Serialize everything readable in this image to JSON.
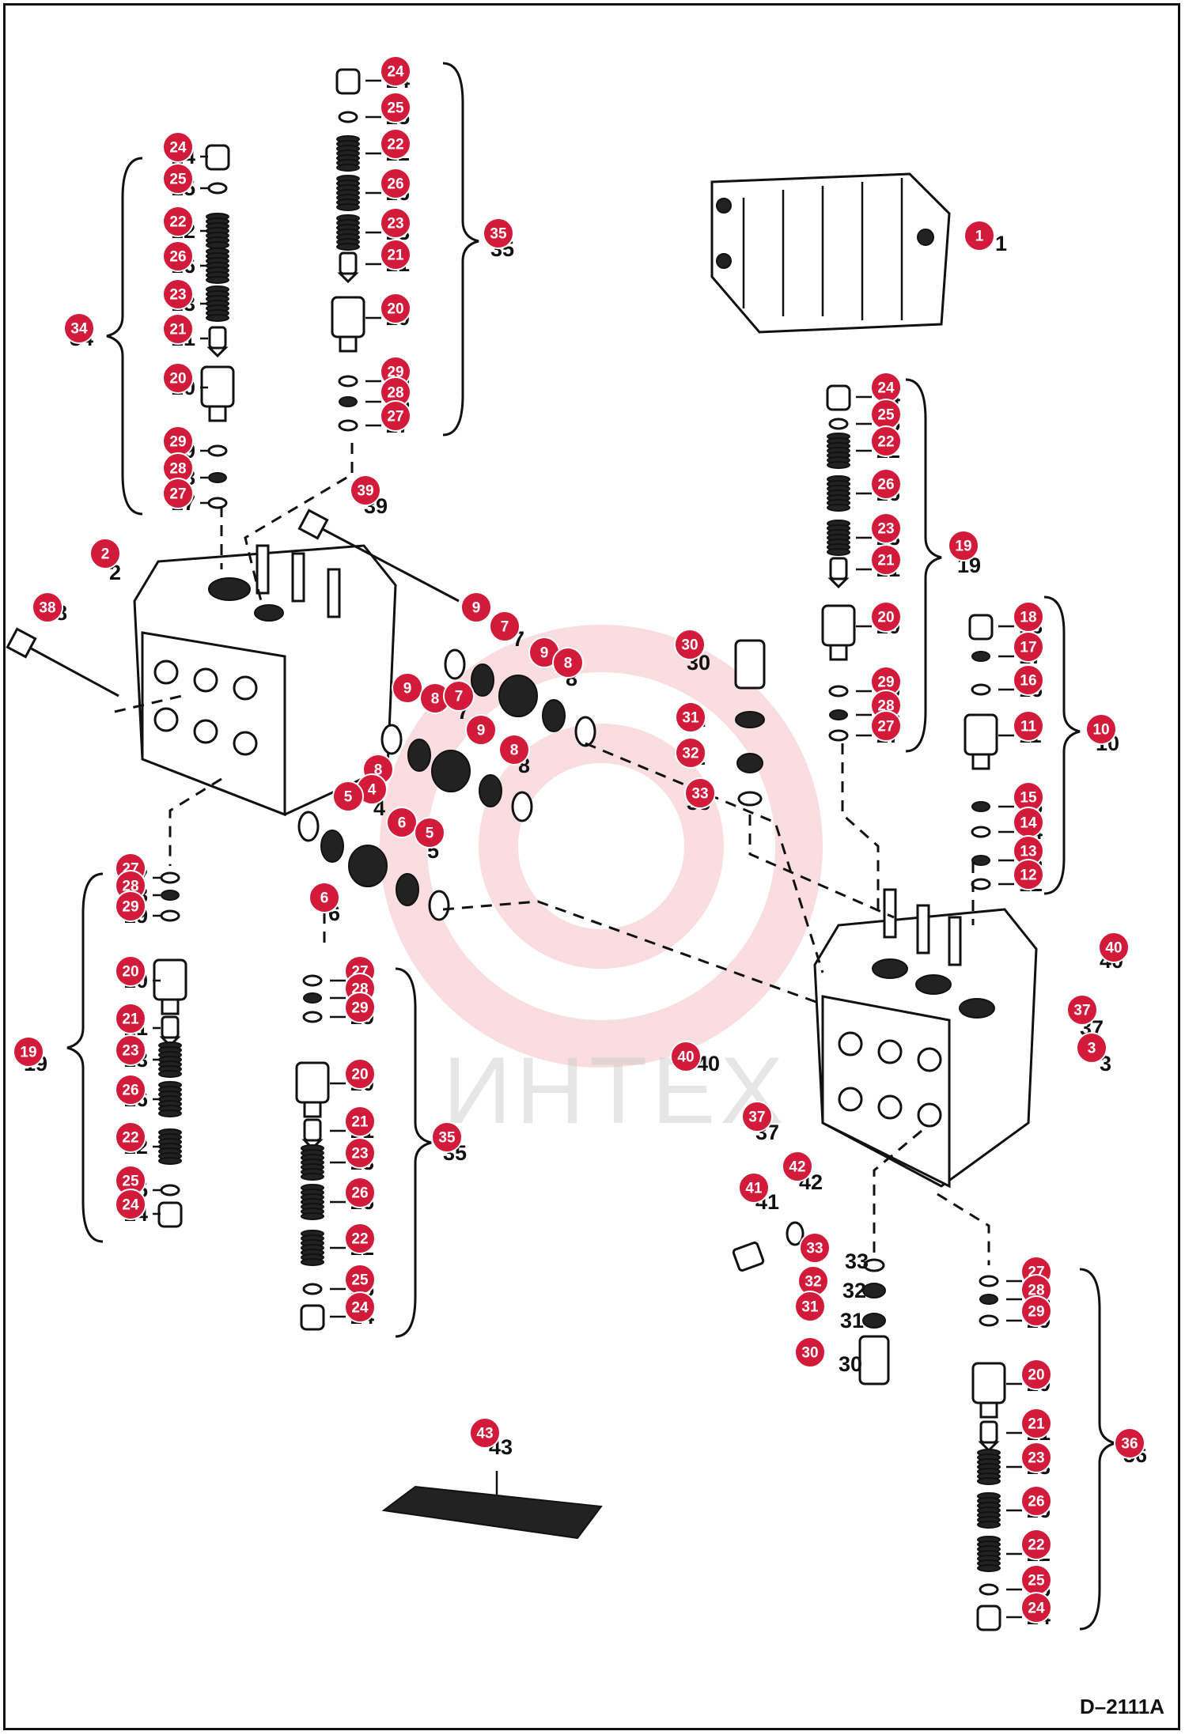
{
  "drawing_code": "D–2111A",
  "watermark_text": "ИНТЕХ",
  "callouts": {
    "c1": "1",
    "c2": "2",
    "c3": "3",
    "c4": "4",
    "c5": "5",
    "c6": "6",
    "c7": "7",
    "c8": "8",
    "c9": "9",
    "c10": "10",
    "c11": "11",
    "c12": "12",
    "c13": "13",
    "c14": "14",
    "c15": "15",
    "c16": "16",
    "c17": "17",
    "c18": "18",
    "c19": "19",
    "c20": "20",
    "c21": "21",
    "c22": "22",
    "c23": "23",
    "c24": "24",
    "c25": "25",
    "c26": "26",
    "c27": "27",
    "c28": "28",
    "c29": "29",
    "c30": "30",
    "c31": "31",
    "c32": "32",
    "c33": "33",
    "c34": "34",
    "c35": "35",
    "c36": "36",
    "c37": "37",
    "c38": "38",
    "c39": "39",
    "c40": "40",
    "c41": "41",
    "c42": "42",
    "c43": "43"
  }
}
